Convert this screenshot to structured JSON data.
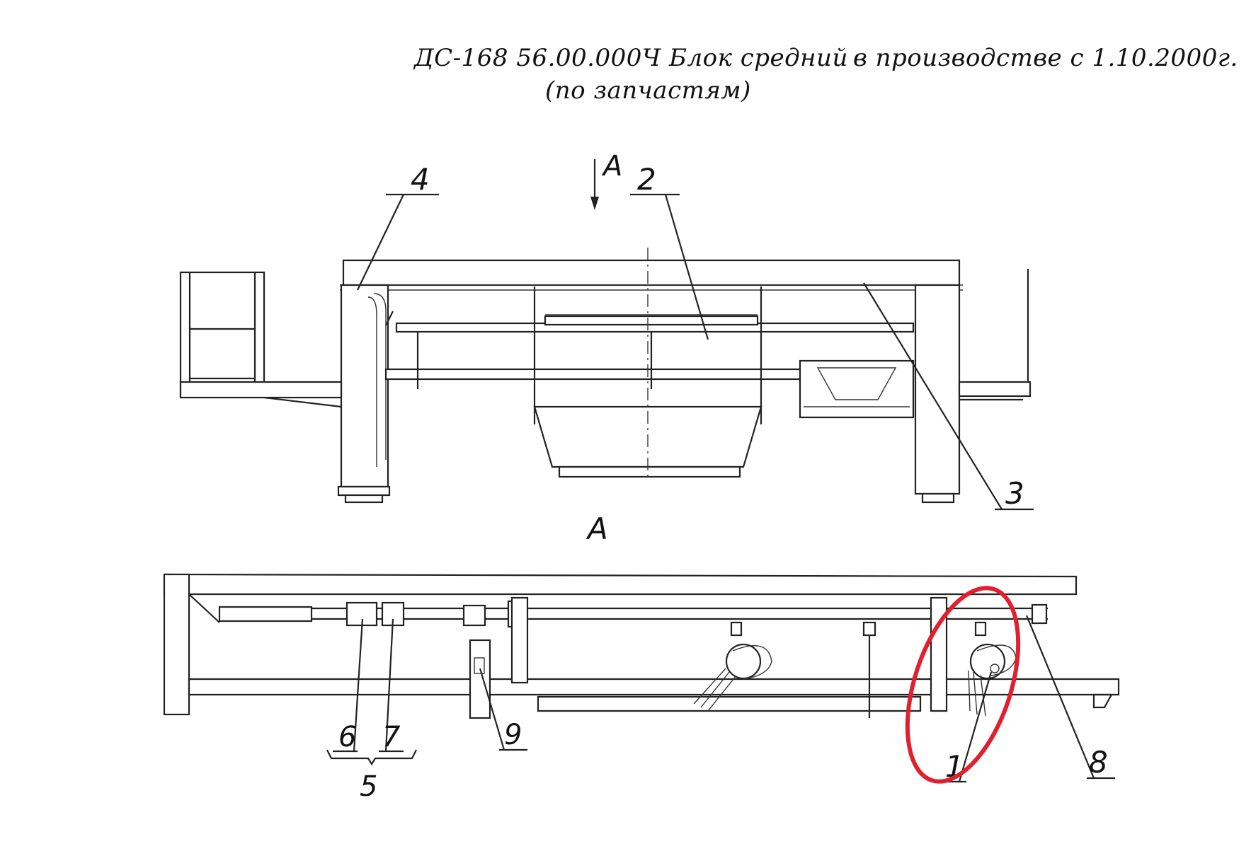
{
  "header": {
    "title": "ДС-168 56.00.000Ч Блок средний",
    "production_note": "в производстве с 1.10.2000г.",
    "subtitle": "(по запчастям)"
  },
  "view_marks": {
    "top_arrow_label": "A",
    "section_label": "A"
  },
  "callouts": [
    "1",
    "2",
    "3",
    "4",
    "5",
    "6",
    "7",
    "8",
    "9"
  ],
  "highlight": {
    "color": "#e0202e",
    "target_callout": "1"
  },
  "colors": {
    "ink": "#222222",
    "paper": "#ffffff"
  }
}
